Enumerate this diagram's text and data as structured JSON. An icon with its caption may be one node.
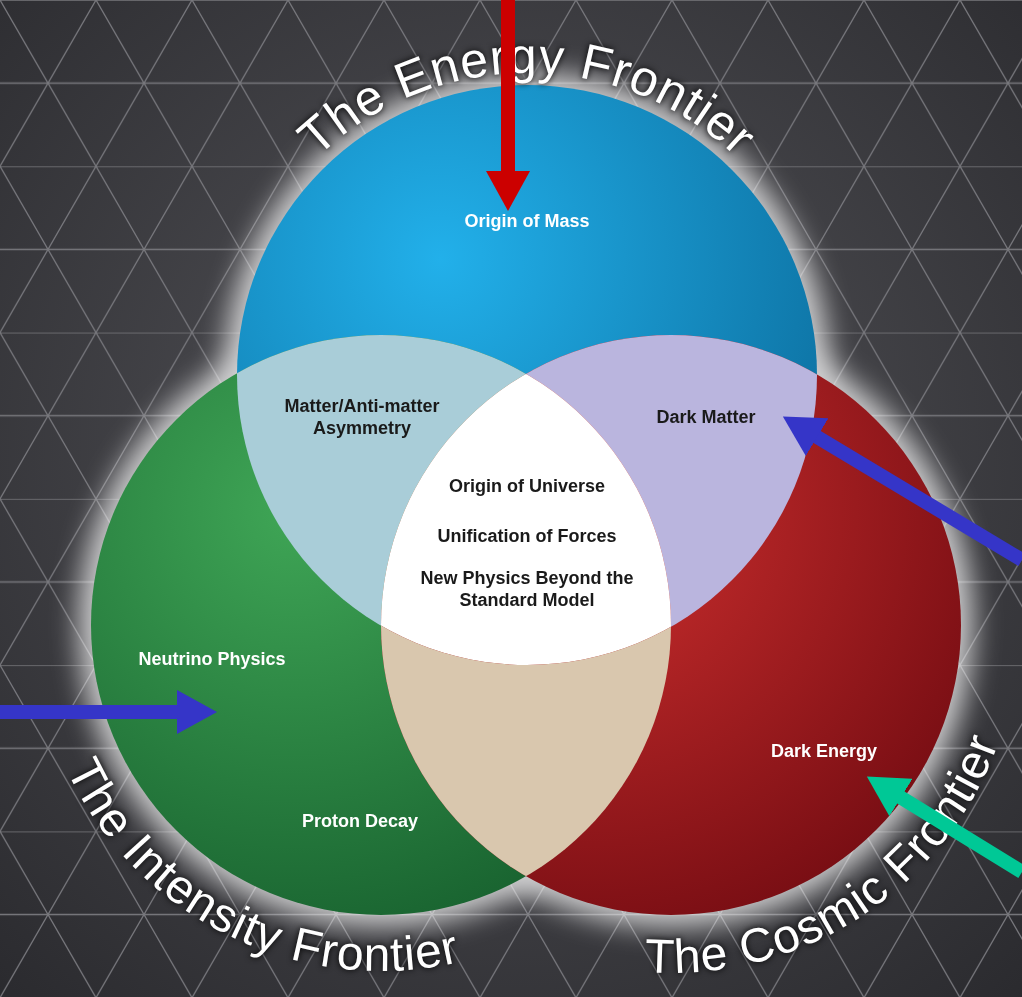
{
  "diagram": {
    "nodes": [
      {
        "text": [
          "The Energy Frontier",
          "Origin of Mass"
        ]
      },
      {
        "text": [
          "Neutrino Physics",
          "Proton Decay",
          "The Intensity Frontier"
        ]
      },
      {
        "text": [
          "Dark Energy",
          "The Cosmic Frontier"
        ]
      },
      {
        "text": [
          "Matter/Anti-matter Asymmetry"
        ]
      },
      {
        "text": [
          "Dark Matter"
        ]
      },
      {
        "text": [
          "Origin of Universe",
          "Unification of Forces",
          "New Physics Beyond the Standard Model"
        ]
      },
      {
        "text": [],
        "shape": "lens"
      }
    ],
    "edges": [
      {
        "from": null,
        "to": 0,
        "arrow": "to",
        "color": "#cc0000"
      },
      {
        "from": null,
        "to": 4,
        "arrow": "to"
      },
      {
        "from": null,
        "to": 1,
        "arrow": "to"
      },
      {
        "from": null,
        "to": 2,
        "arrow": "to",
        "color": "#00c896"
      }
    ]
  }
}
